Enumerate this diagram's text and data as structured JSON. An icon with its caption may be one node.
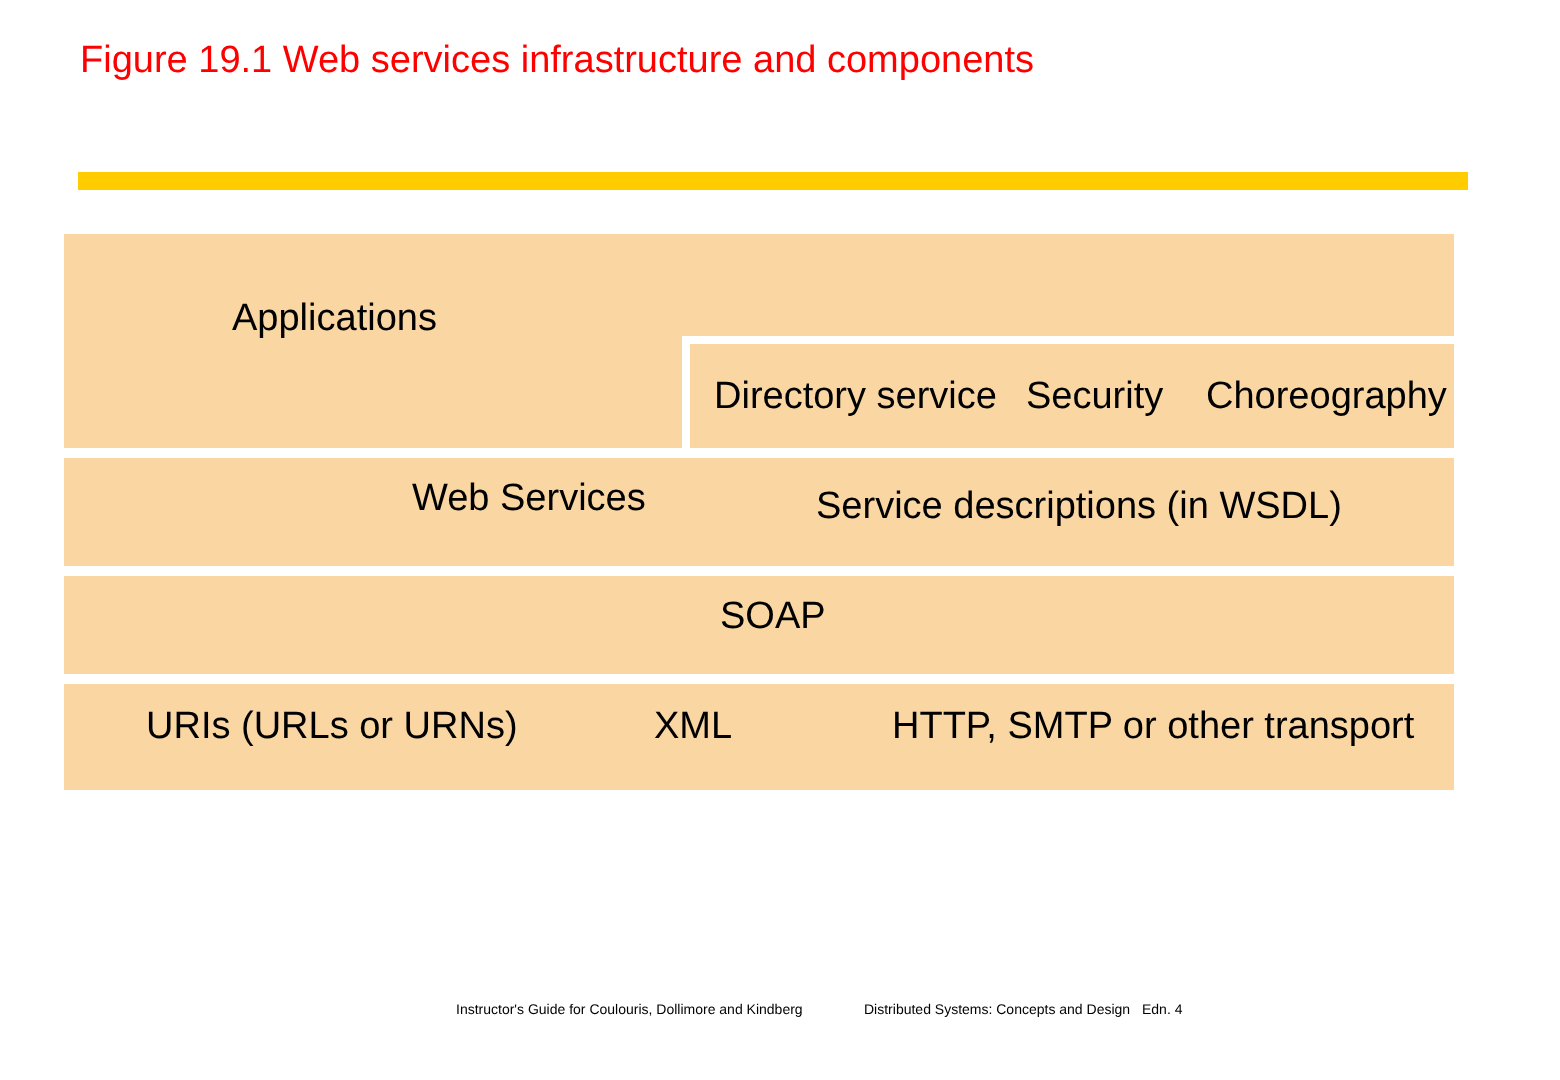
{
  "diagram": {
    "title": "Figure 19.1 Web services infrastructure and components",
    "nodes": [
      {
        "text": [
          "Applications"
        ]
      },
      {
        "text": [
          "Directory service",
          "Security",
          "Choreography"
        ]
      },
      {
        "text": [
          "Web Services",
          "Service descriptions (in WSDL)"
        ]
      },
      {
        "text": [
          "SOAP"
        ]
      },
      {
        "text": [
          "URIs (URLs or URNs)",
          "XML",
          "HTTP, SMTP or other transport"
        ]
      }
    ],
    "edges": [],
    "labels": [
      "Instructor's Guide for Coulouris, Dollimore and Kindberg",
      "Distributed Systems: Concepts and Design",
      "Edn. 4"
    ]
  }
}
